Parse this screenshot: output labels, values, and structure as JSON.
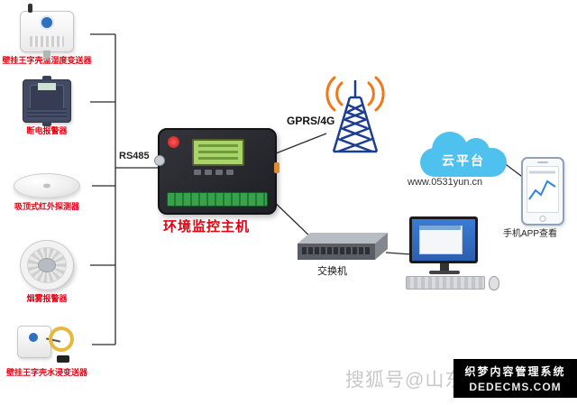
{
  "sensors": [
    {
      "label": "壁挂王字壳温湿度变送器"
    },
    {
      "label": "断电报警器"
    },
    {
      "label": "吸顶式红外探测器"
    },
    {
      "label": "烟雾报警器"
    },
    {
      "label": "壁挂王字壳水浸变送器"
    }
  ],
  "labels": {
    "bus": "RS485",
    "host": "环境监控主机",
    "gprs": "GPRS/4G",
    "cloud": "云平台",
    "cloud_url": "www.0531yun.cn",
    "phone_app": "手机APP查看",
    "switch": "交换机"
  },
  "watermarks": {
    "sohu": "搜狐号@山东",
    "dede_line1": "织梦内容管理系统",
    "dede_line2": "DEDECMS.COM"
  },
  "colors": {
    "label_red": "#e60012",
    "cloud_blue": "#4fc1ef",
    "tower_blue": "#1c3e92",
    "signal_orange": "#f07818",
    "terminal_green": "#37a24b"
  }
}
